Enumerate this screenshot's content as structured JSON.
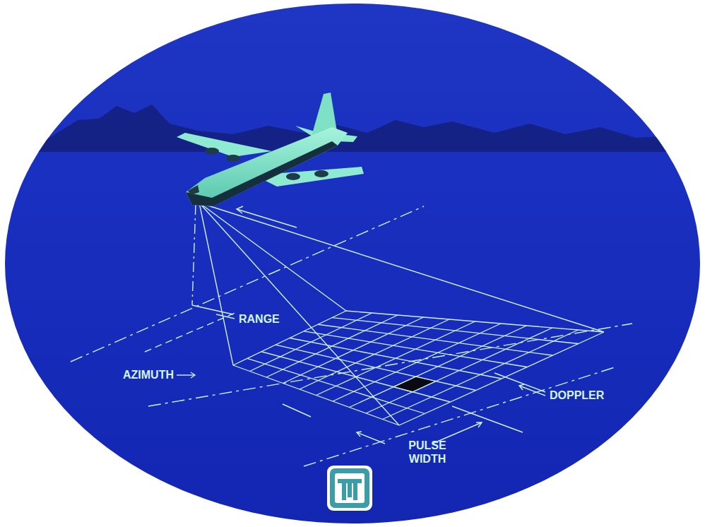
{
  "diagram": {
    "labels": [
      "RANGE",
      "AZIMUTH",
      "DOPPLER",
      "PULSE WIDTH"
    ]
  }
}
